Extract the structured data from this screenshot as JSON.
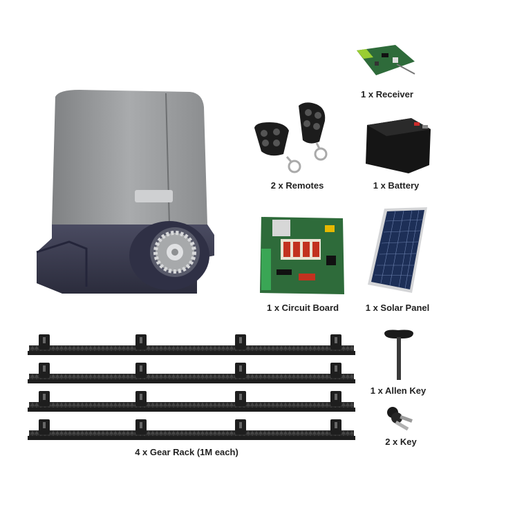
{
  "items": {
    "receiver": "1 x Receiver",
    "remotes": "2 x Remotes",
    "battery": "1 x Battery",
    "circuit_board": "1 x Circuit Board",
    "solar_panel": "1 x Solar Panel",
    "allen_key": "1 x Allen Key",
    "key": "2 x Key",
    "gear_rack": "4 x Gear Rack (1M each)"
  },
  "colors": {
    "motor_top": "#9a9c9e",
    "motor_base": "#3c3d52",
    "rack": "#2a2a2a",
    "board": "#2e6b3a",
    "battery": "#151515",
    "solar": "#1d2f57"
  }
}
